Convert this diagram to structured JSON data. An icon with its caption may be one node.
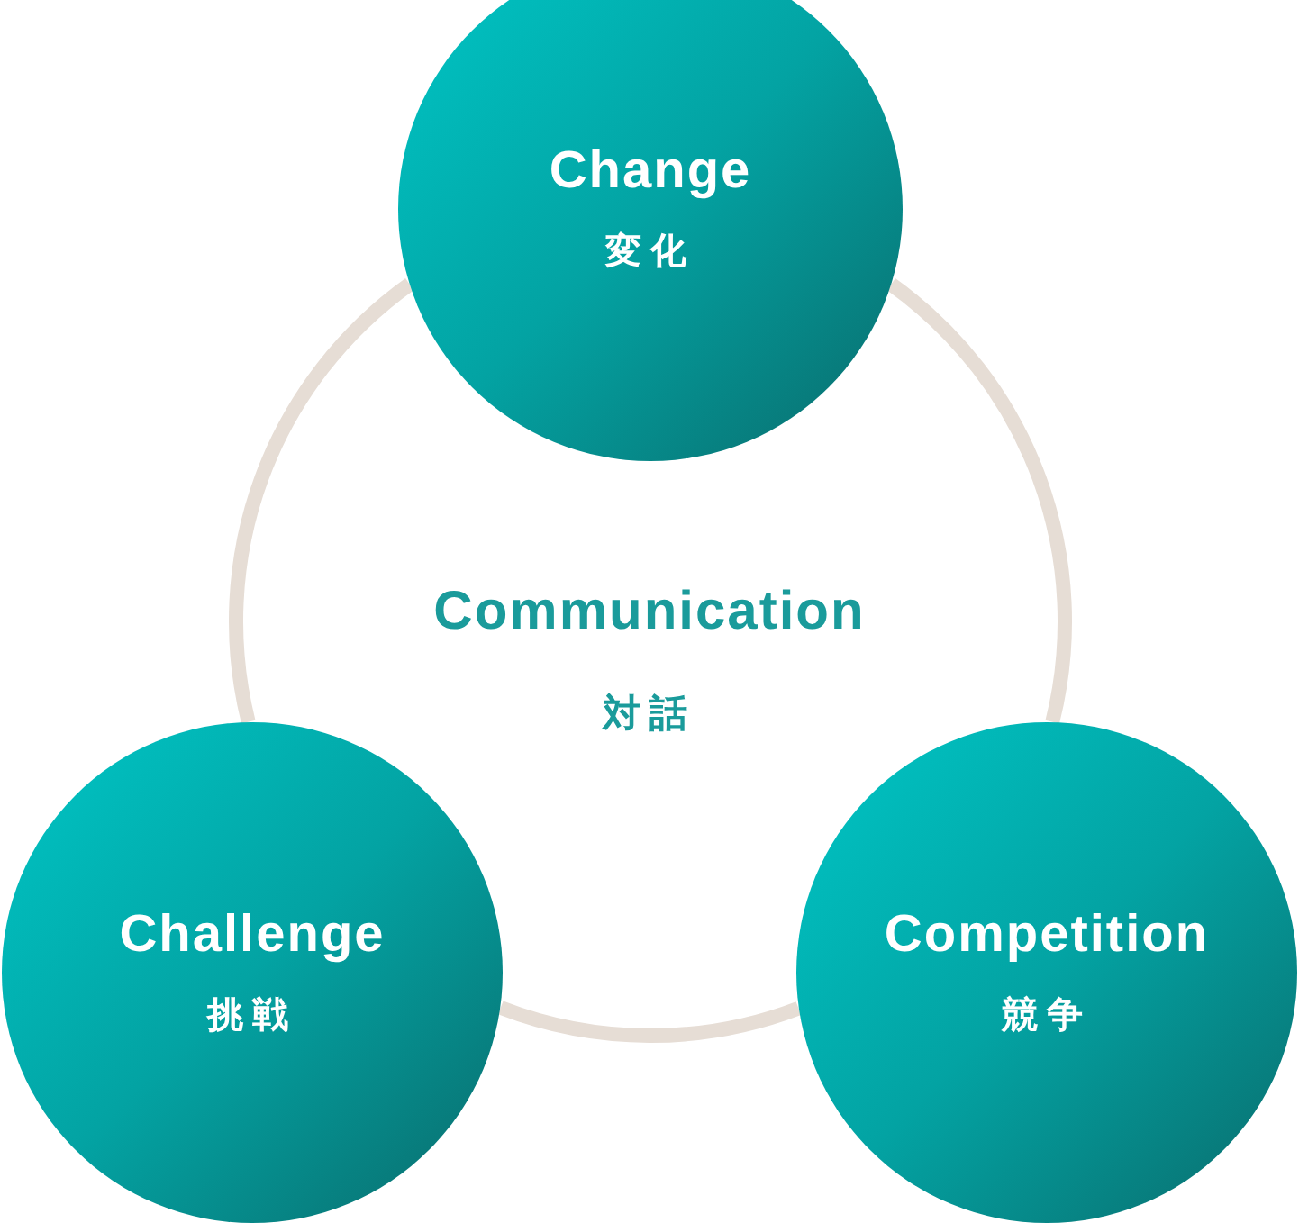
{
  "diagram": {
    "nodes": [
      {
        "text": [
          "Change",
          "変化"
        ]
      },
      {
        "text": [
          "Challenge",
          "挑戦"
        ]
      },
      {
        "text": [
          "Competition",
          "競争"
        ]
      }
    ],
    "edges": [
      {
        "from": 0,
        "to": 2,
        "arrow": "none"
      },
      {
        "from": 2,
        "to": 1,
        "arrow": "none"
      },
      {
        "from": 1,
        "to": 0,
        "arrow": "none"
      }
    ],
    "labels": [
      "Communication",
      "対話"
    ]
  }
}
